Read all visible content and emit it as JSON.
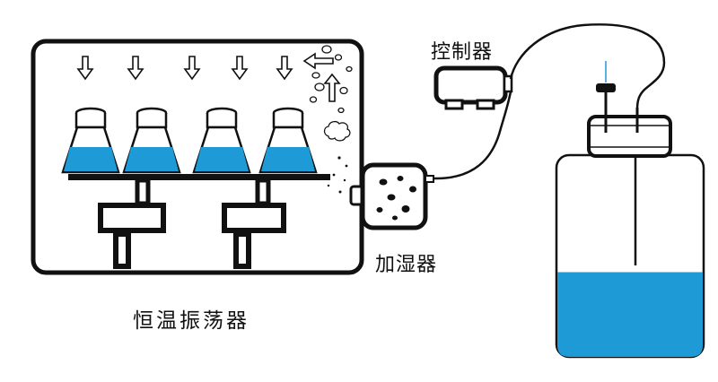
{
  "labels": {
    "shaker": "恒温振荡器",
    "humidifier": "加湿器",
    "controller": "控制器"
  },
  "colors": {
    "liquid": "#1e9ad6",
    "outline": "#111111",
    "background": "#ffffff"
  },
  "icons": {
    "airflow_down": "down-arrow-icon",
    "airflow_up": "up-arrow-icon",
    "airflow_left": "left-arrow-icon",
    "droplet": "droplet-icon"
  },
  "components": {
    "flask_count": 4,
    "down_arrow_count": 5,
    "bottle_fill_fraction": 0.42
  }
}
